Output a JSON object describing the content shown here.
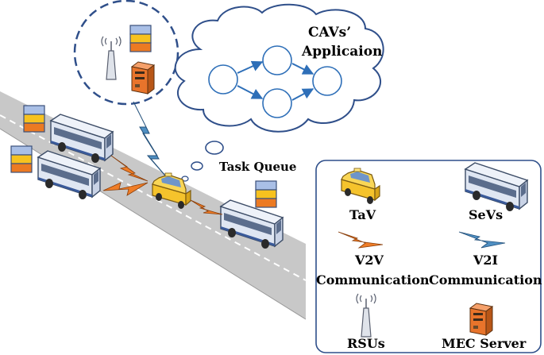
{
  "cloud": {
    "title_line1": "CAVs’",
    "title_line2": "Applicaion"
  },
  "task_queue_label": "Task Queue",
  "legend": {
    "tav": "TaV",
    "sevs": "SeVs",
    "v2v_line1": "V2V",
    "v2v_line2": "Communication",
    "v2i_line1": "V2I",
    "v2i_line2": "Communication",
    "rsus": "RSUs",
    "mec": "MEC Server"
  },
  "colors": {
    "road": "#c8c8c8",
    "bus_body": "#dfe6f2",
    "bus_stripe": "#3a5a9a",
    "taxi": "#f5c32c",
    "queue_blue": "#a9bfe6",
    "queue_yellow": "#f7c21f",
    "queue_orange": "#ec7a22",
    "v2v_bolt": "#ef7d27",
    "v2i_bolt": "#4f8fc2",
    "server": "#e8742b",
    "graph_node": "#2e6fb8"
  },
  "icons": [
    "rsu-antenna-icon",
    "mec-server-icon",
    "task-queue-icon",
    "bus-icon",
    "taxi-icon",
    "lightning-bolt-icon"
  ]
}
